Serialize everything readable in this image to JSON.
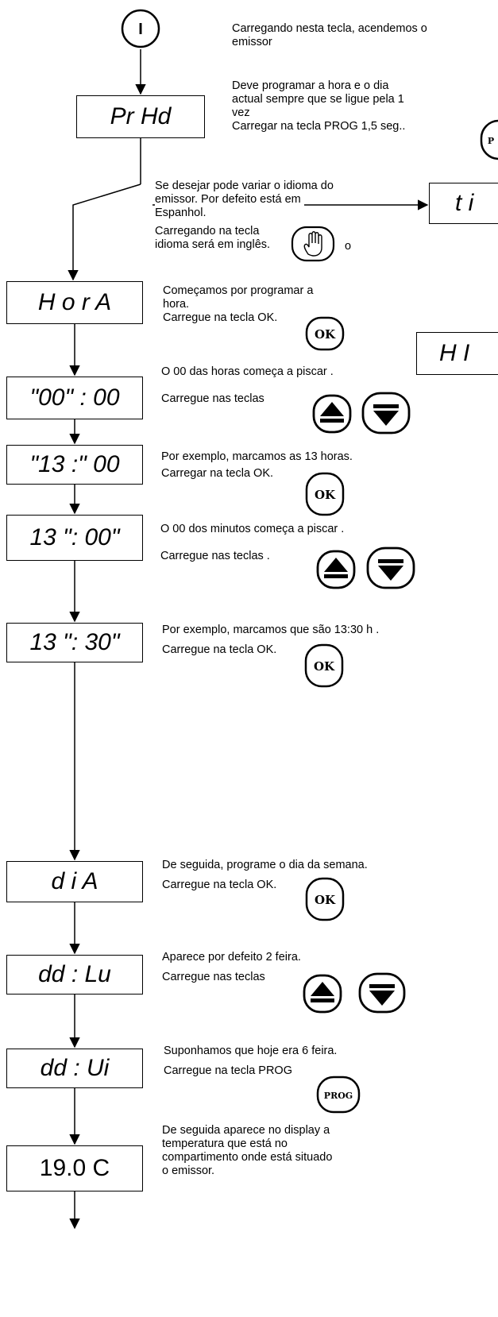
{
  "flow": {
    "power_button": {
      "symbol": "I"
    },
    "displays": {
      "prhd": "Pr Hd",
      "hora": "H o r A",
      "h00": "\"00\" : 00",
      "h13": "\"13 :\" 00",
      "m00": "13 \": 00\"",
      "m30": "13 \": 30\"",
      "dia": "d i A",
      "lu": "dd : Lu",
      "ui": "dd : Ui",
      "temp": "19.0 C",
      "side_top": "t i",
      "side_mid": "H I"
    },
    "notes": {
      "power_1": "Carregando nesta tecla, acendemos o",
      "power_2": "emissor",
      "prog_1": "Deve programar a hora e o dia",
      "prog_2": "actual sempre que se ligue pela 1",
      "prog_3": "vez",
      "prog_4": "Carregar na tecla PROG 1,5 seg..",
      "lang_1": "Se desejar pode variar o idioma do",
      "lang_2": "emissor. Por defeito está em",
      "lang_3": "Espanhol.",
      "lang_4": "Carregando na tecla",
      "lang_4b": "o",
      "lang_5": "idioma será em inglês.",
      "hora_1": "Começamos por programar a",
      "hora_2": "hora.",
      "hora_3": "Carregue na tecla OK.",
      "h00_1": "O 00 das horas começa a piscar .",
      "h00_2": "Carregue nas teclas",
      "h13_1": "Por exemplo, marcamos as 13 horas.",
      "h13_2": "Carregar na tecla OK.",
      "m00_1": "O 00 dos minutos começa a piscar .",
      "m00_2": "Carregue nas teclas .",
      "m30_1": "Por exemplo, marcamos que são 13:30 h .",
      "m30_2": "Carregue na tecla OK.",
      "dia_1": "De seguida, programe o dia da semana.",
      "dia_2": "Carregue na tecla OK.",
      "lu_1": "Aparece por defeito 2 feira.",
      "lu_2": "Carregue nas teclas",
      "ui_1": "Suponhamos que hoje era 6 feira.",
      "ui_2": "Carregue na tecla PROG",
      "temp_1": "De seguida aparece no display a",
      "temp_2": "temperatura que está no",
      "temp_3": "compartimento onde está situado",
      "temp_4": "o emissor."
    },
    "buttons": {
      "ok": "OK",
      "prog": "PROG",
      "prog_partial": "P"
    }
  },
  "colors": {
    "line": "#000000",
    "background": "#ffffff"
  }
}
